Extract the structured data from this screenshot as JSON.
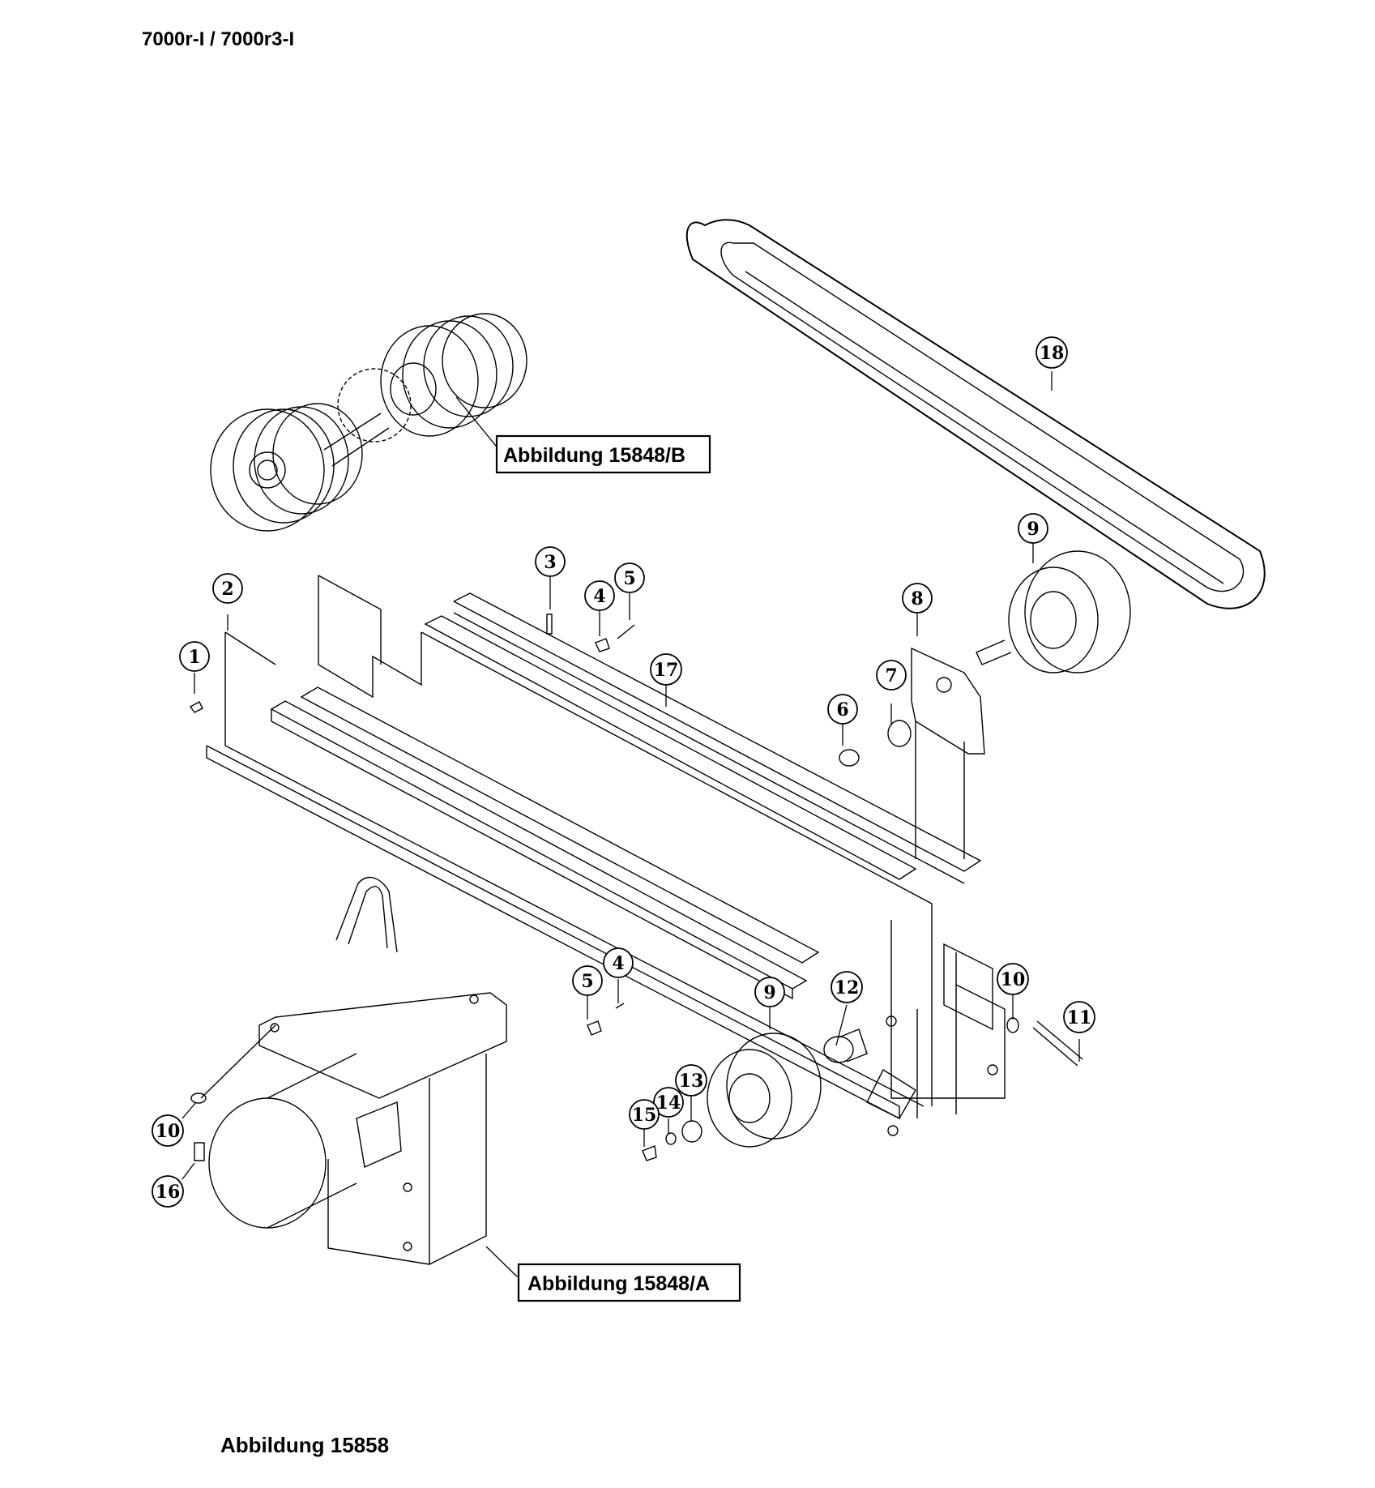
{
  "header": {
    "model": "7000r-I / 7000r3-I"
  },
  "footer": {
    "figure": "Abbildung 15858"
  },
  "references": {
    "sub_b": "Abbildung 15848/B",
    "sub_a": "Abbildung 15848/A"
  },
  "callouts": {
    "c1": "1",
    "c2": "2",
    "c3": "3",
    "c4a": "4",
    "c5a": "5",
    "c17": "17",
    "c6": "6",
    "c7": "7",
    "c8": "8",
    "c9a": "9",
    "c18": "18",
    "c4b": "4",
    "c5b": "5",
    "c9b": "9",
    "c12": "12",
    "c10a": "10",
    "c11": "11",
    "c13": "13",
    "c14": "14",
    "c15": "15",
    "c10b": "10",
    "c16": "16"
  }
}
